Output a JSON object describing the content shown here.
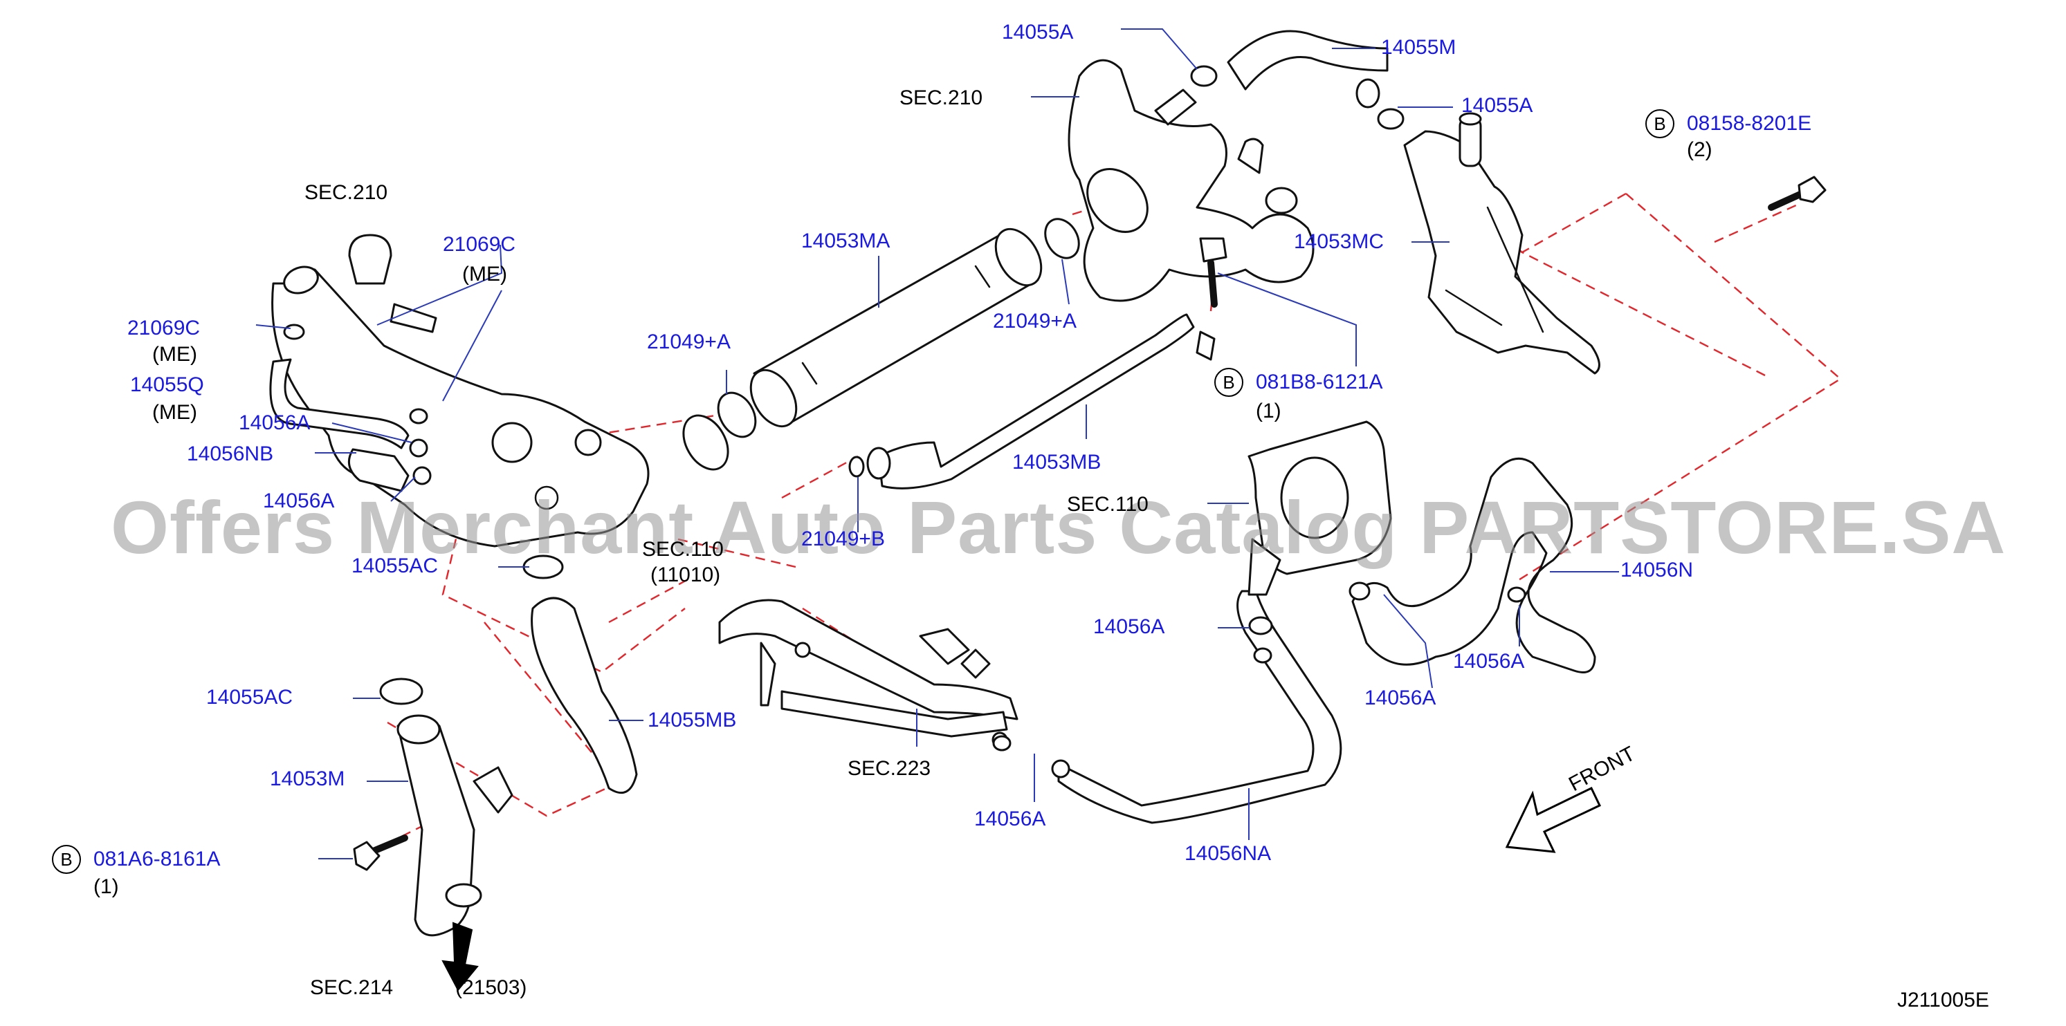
{
  "watermark": "Offers Merchant Auto Parts Catalog PARTSTORE.SA",
  "diagram_code": "J211005E",
  "front_label": "FRONT",
  "bolt_badge": "B",
  "labels": {
    "p14055A_top": "14055A",
    "p14055M": "14055M",
    "p14055A_right": "14055A",
    "sec210_top": "SEC.210",
    "p08158": "08158-8201E",
    "p08158_qty": "(2)",
    "p14053MA": "14053MA",
    "p14053MC": "14053MC",
    "sec210_left": "SEC.210",
    "p21069C_right": "21069C",
    "me_right": "(ME)",
    "p21069C_left": "21069C",
    "me_left1": "(ME)",
    "p14055Q": "14055Q",
    "me_left2": "(ME)",
    "p21049A_left": "21049+A",
    "p21049A_right": "21049+A",
    "p081B8": "081B8-6121A",
    "p081B8_qty": "(1)",
    "p14056A_1": "14056A",
    "p14056NB": "14056NB",
    "p14053MB": "14053MB",
    "p14056A_2": "14056A",
    "sec110_mid": "SEC.110",
    "sec110_right": "SEC.110",
    "sec110_code": "(11010)",
    "p21049B": "21049+B",
    "p14055AC_1": "14055AC",
    "p14056N": "14056N",
    "p14056A_3": "14056A",
    "p14056A_4": "14056A",
    "p14056A_5": "14056A",
    "p14055AC_2": "14055AC",
    "p14055MB": "14055MB",
    "sec223": "SEC.223",
    "p14053M": "14053M",
    "p14056A_6": "14056A",
    "p14056NA": "14056NA",
    "p081A6": "081A6-8161A",
    "p081A6_qty": "(1)",
    "sec214": "SEC.214",
    "sec214_code": "(21503)"
  },
  "colors": {
    "part_number_text": "#1a1adf",
    "reference_text": "#000000",
    "dashed_guides": "#e3262b",
    "leader_lines": "#2b3bb8"
  }
}
